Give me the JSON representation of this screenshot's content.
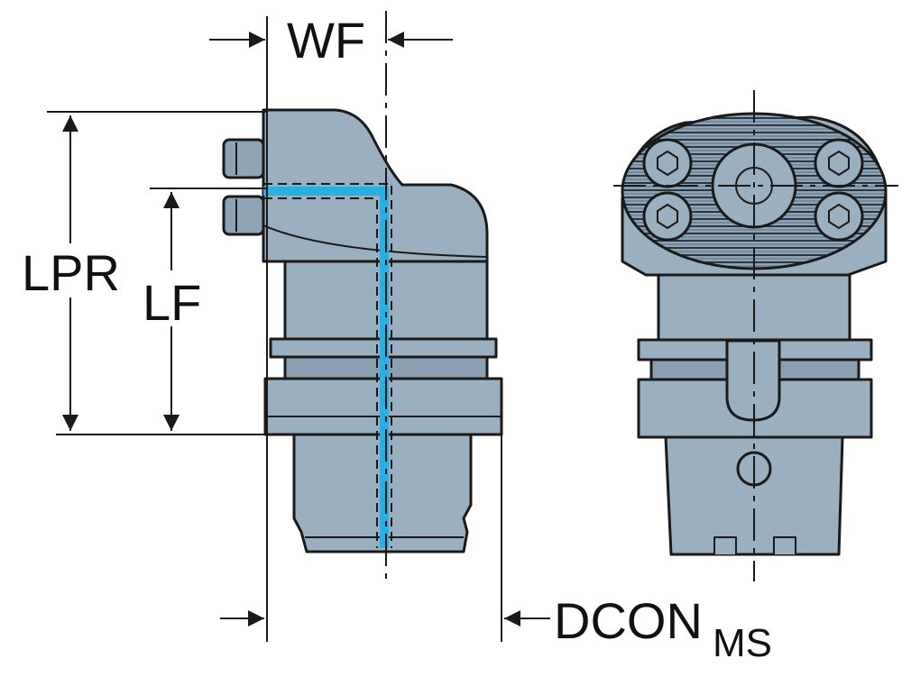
{
  "labels": {
    "wf": "WF",
    "lpr": "LPR",
    "lf": "LF",
    "dcon": "DCON",
    "dcon_subscript": "MS"
  },
  "colors": {
    "body": "#9aafc0",
    "body_dark": "#6f8498",
    "outline": "#1a1a1a",
    "coolant": "#27b0e3",
    "background": "#ffffff"
  }
}
